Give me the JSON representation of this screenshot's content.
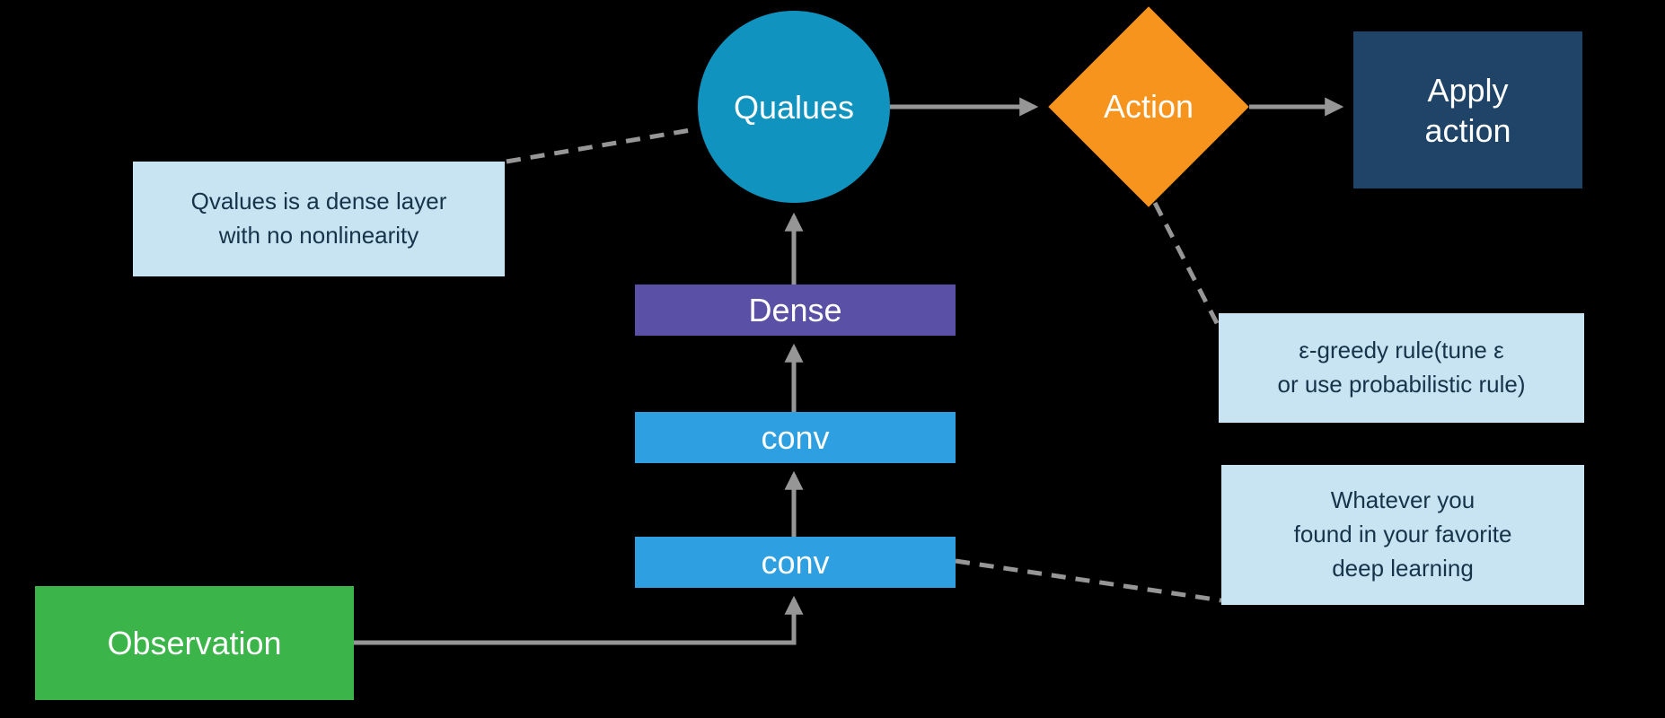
{
  "diagram": {
    "background_color": "#000000",
    "connector_color": "#969696",
    "nodes": {
      "observation": {
        "label": "Observation",
        "color": "#3bb54a",
        "text_color": "#ffffff"
      },
      "conv_lower": {
        "label": "conv",
        "color": "#2e9fe0",
        "text_color": "#ffffff"
      },
      "conv_upper": {
        "label": "conv",
        "color": "#2e9fe0",
        "text_color": "#ffffff"
      },
      "dense": {
        "label": "Dense",
        "color": "#5a50a5",
        "text_color": "#ffffff"
      },
      "qualues": {
        "label": "Qualues",
        "color": "#1093bf",
        "text_color": "#ffffff",
        "shape": "circle"
      },
      "action": {
        "label": "Action",
        "color": "#f7941d",
        "text_color": "#ffffff",
        "shape": "diamond"
      },
      "apply_action": {
        "label": "Apply\naction",
        "color": "#1f4468",
        "text_color": "#ffffff"
      }
    },
    "notes": {
      "qvalues_note": {
        "text": "Qvalues is a dense layer\nwith no nonlinearity",
        "bg": "#c8e4f2",
        "text_color": "#16334a"
      },
      "egreedy_note": {
        "text": "ε-greedy rule(tune ε\nor use probabilistic rule)",
        "bg": "#c8e4f2",
        "text_color": "#16334a"
      },
      "deep_learning_note": {
        "text": "Whatever you\nfound in your favorite\ndeep learning",
        "bg": "#c8e4f2",
        "text_color": "#16334a"
      }
    },
    "flow": [
      "Observation → conv → conv → Dense → Qualues → Action → Apply action"
    ]
  }
}
